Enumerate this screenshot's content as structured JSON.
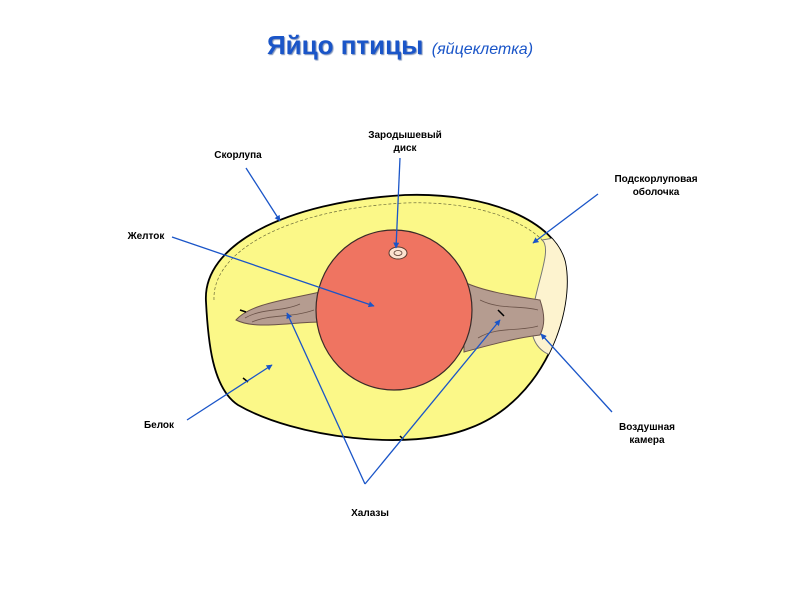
{
  "title": {
    "main": "Яйцо птицы",
    "sub": "(яйцеклетка)"
  },
  "labels": {
    "shell": "Скорлупа",
    "germinal_disc": "Зародышевый\nдиск",
    "shell_membrane": "Подскорлуповая\nоболочка",
    "yolk": "Желток",
    "albumen": "Белок",
    "air_cell": "Воздушная\nкамера",
    "chalazae": "Халазы"
  },
  "colors": {
    "title": "#1a55c8",
    "arrow": "#1a55c8",
    "albumen": "#fbf888",
    "yolk": "#ef7461",
    "air_cell": "#fdf3cf",
    "chalazae": "#b59c90"
  }
}
